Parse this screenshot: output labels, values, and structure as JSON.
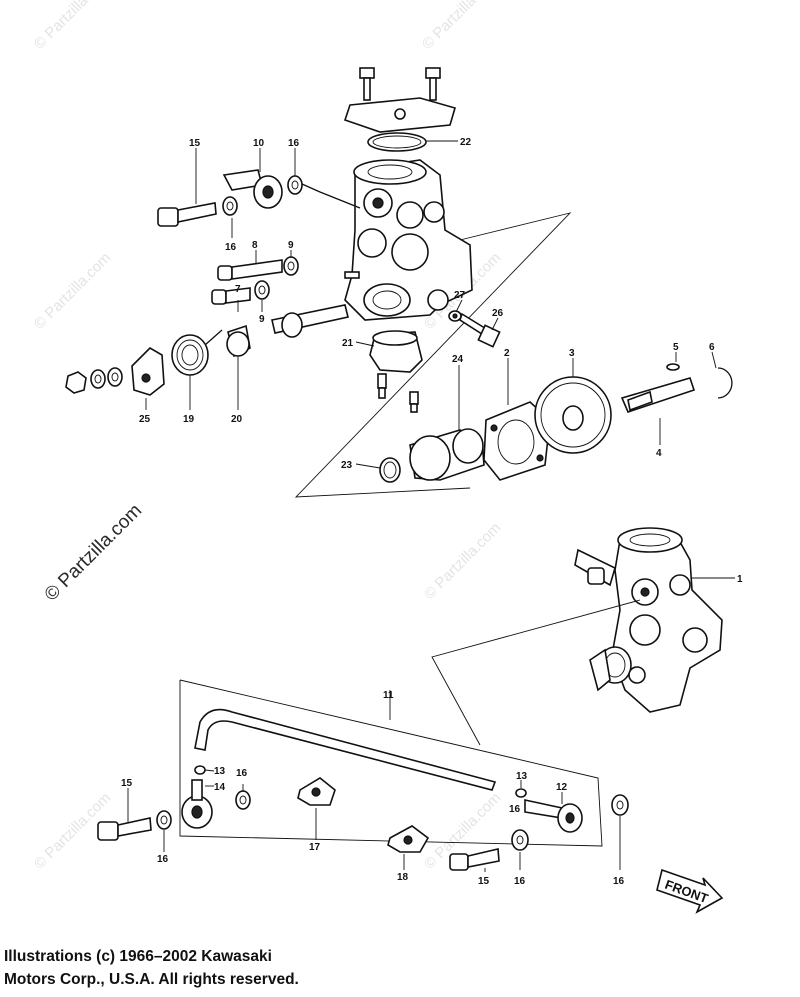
{
  "watermark": "© Partzilla.com",
  "front_label": "FRONT",
  "copyright": {
    "line1": "Illustrations (c) 1966–2002 Kawasaki",
    "line2": "Motors Corp., U.S.A.  All rights reserved."
  },
  "callouts": {
    "c1": "1",
    "c2": "2",
    "c3": "3",
    "c4": "4",
    "c5": "5",
    "c6": "6",
    "c7": "7",
    "c8": "8",
    "c9a": "9",
    "c9b": "9",
    "c10": "10",
    "c11": "11",
    "c12": "12",
    "c13a": "13",
    "c13b": "13",
    "c14": "14",
    "c15a": "15",
    "c15b": "15",
    "c15c": "15",
    "c16a": "16",
    "c16b": "16",
    "c16c": "16",
    "c16d": "16",
    "c16e": "16",
    "c16f": "16",
    "c16g": "16",
    "c17": "17",
    "c18": "18",
    "c19": "19",
    "c20": "20",
    "c21": "21",
    "c22": "22",
    "c23": "23",
    "c24": "24",
    "c25": "25",
    "c26": "26",
    "c27": "27"
  }
}
